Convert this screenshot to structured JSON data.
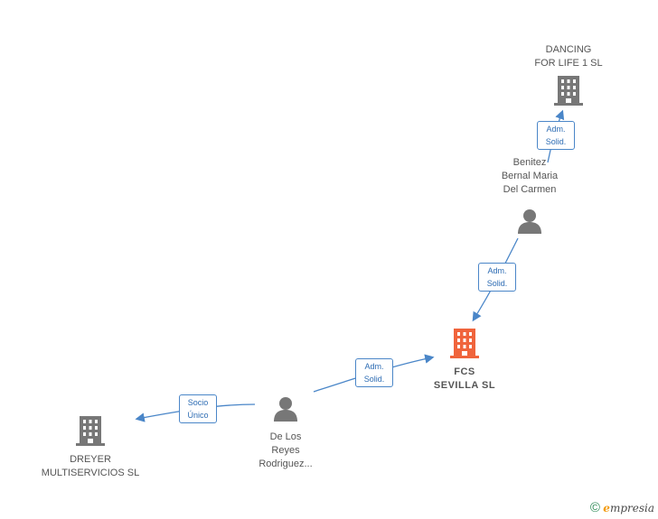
{
  "nodes": {
    "dancing": {
      "line1": "DANCING",
      "line2": "FOR LIFE 1  SL"
    },
    "benitez": {
      "line1": "Benitez",
      "line2": "Bernal Maria",
      "line3": "Del Carmen"
    },
    "fcs": {
      "line1": "FCS",
      "line2": "SEVILLA  SL"
    },
    "delosreyes": {
      "line1": "De Los",
      "line2": "Reyes",
      "line3": "Rodriguez..."
    },
    "dreyer": {
      "line1": "DREYER",
      "line2": "MULTISERVICIOS SL"
    }
  },
  "edges": {
    "benitez_dancing": {
      "line1": "Adm.",
      "line2": "Solid."
    },
    "benitez_fcs": {
      "line1": "Adm.",
      "line2": "Solid."
    },
    "reyes_fcs": {
      "line1": "Adm.",
      "line2": "Solid."
    },
    "reyes_dreyer": {
      "line1": "Socio",
      "line2": "Único"
    }
  },
  "colors": {
    "edge": "#4a86c8",
    "company_icon": "#777777",
    "focus_icon": "#f0643c",
    "person_icon": "#777777"
  },
  "footer": {
    "copyright": "©",
    "brand_e": "e",
    "brand_rest": "mpresia"
  }
}
